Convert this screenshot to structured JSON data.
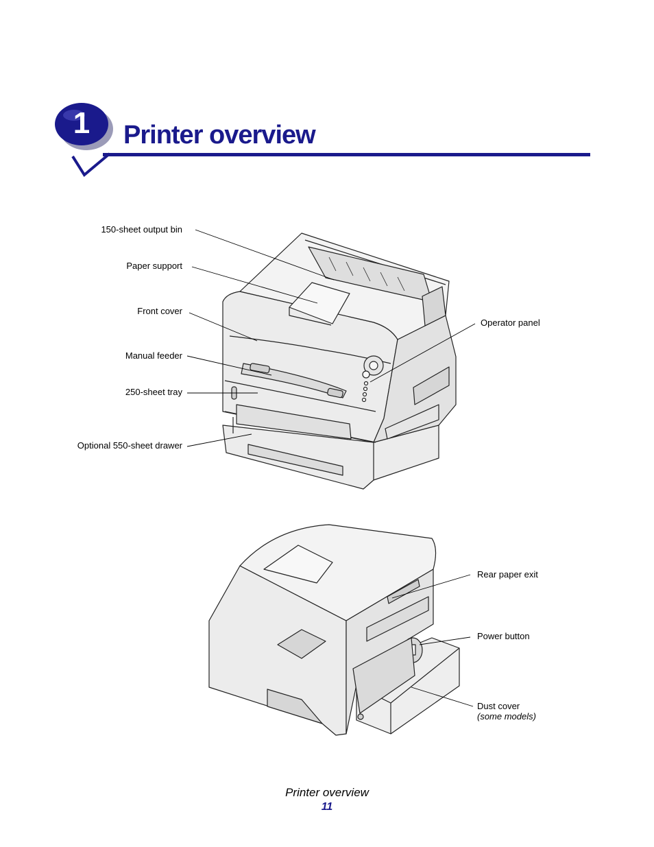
{
  "chapter": {
    "number": "1",
    "title": "Printer overview"
  },
  "figure_front": {
    "labels": {
      "output_bin": "150-sheet output bin",
      "paper_support": "Paper support",
      "front_cover": "Front cover",
      "manual_feeder": "Manual feeder",
      "tray": "250-sheet tray",
      "drawer": "Optional 550-sheet drawer",
      "operator_panel": "Operator panel"
    }
  },
  "figure_rear": {
    "labels": {
      "rear_exit": "Rear paper exit",
      "power_button": "Power button",
      "dust_cover": "Dust cover",
      "dust_cover_note": "(some models)"
    }
  },
  "footer": {
    "title": "Printer overview",
    "page": "11"
  },
  "colors": {
    "accent": "#1a1a8c",
    "printer_body": "#ececec",
    "outline": "#222222"
  }
}
